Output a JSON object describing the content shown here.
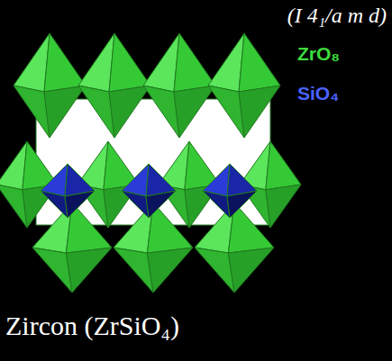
{
  "diagram": {
    "labels": [
      "(I 4₁/a m d)",
      "ZrO₈",
      "SiO₄",
      "Zircon (ZrSiO₄)"
    ]
  }
}
